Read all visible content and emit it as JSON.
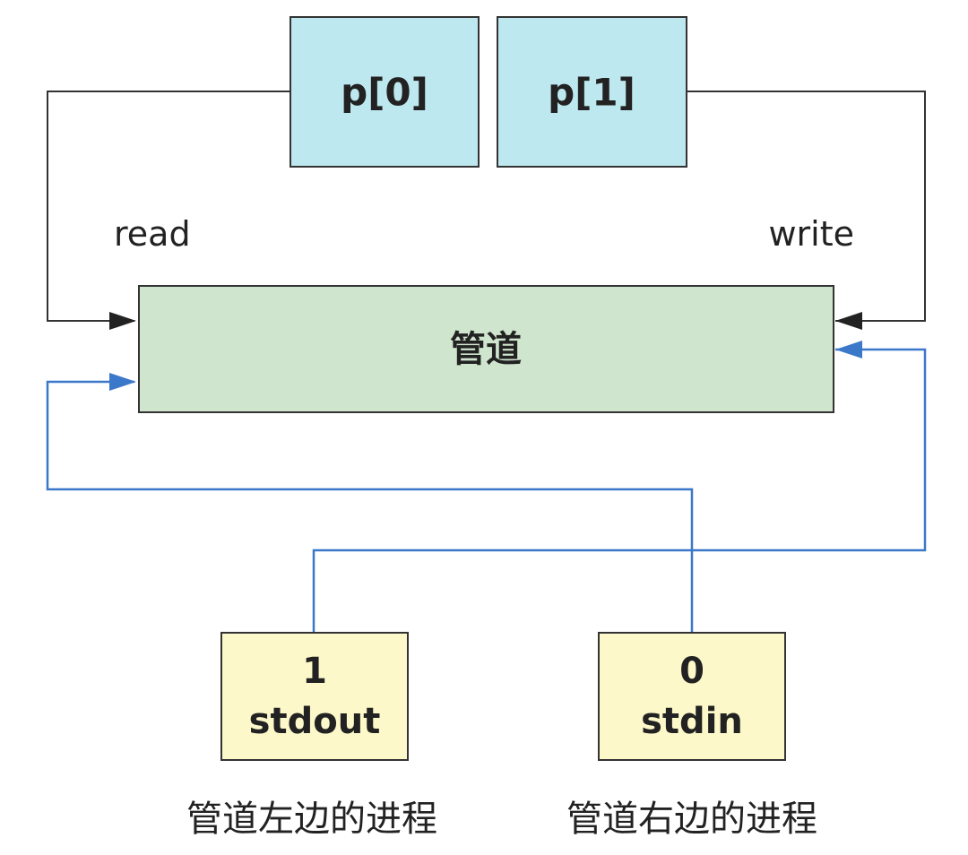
{
  "nodes": {
    "p0": "p[0]",
    "p1": "p[1]",
    "pipe": "管道",
    "stdout_fd": "1",
    "stdout_name": "stdout",
    "stdin_fd": "0",
    "stdin_name": "stdin"
  },
  "edges": {
    "read": "read",
    "write": "write"
  },
  "captions": {
    "left_process": "管道左边的进程",
    "right_process": "管道右边的进程"
  },
  "colors": {
    "fd_box_fill": "#bee8ef",
    "pipe_fill": "#cfe5cd",
    "std_box_fill": "#fdf8c9",
    "black_line": "#333333",
    "blue_line": "#3b78c9"
  }
}
